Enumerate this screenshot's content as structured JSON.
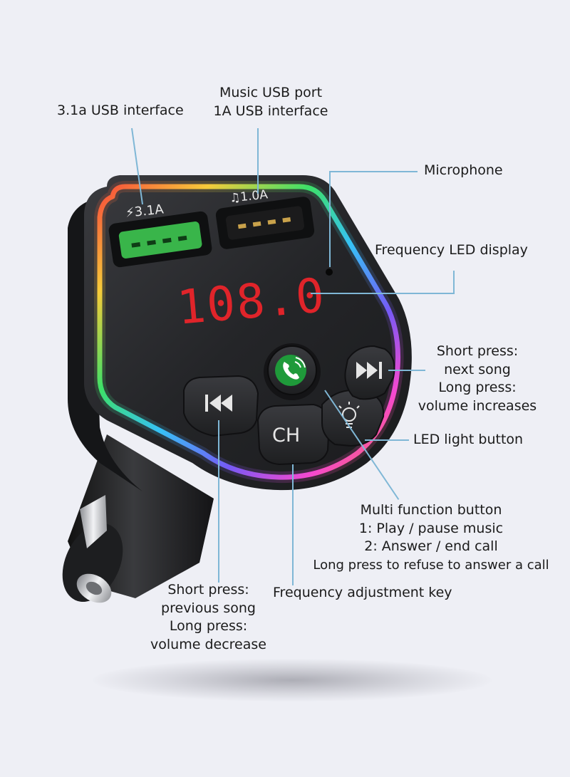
{
  "usb_left": {
    "label": "3.1a USB interface",
    "port_marking": "⚡3.1A"
  },
  "usb_right": {
    "label_line1": "Music USB port",
    "label_line2": "1A USB interface",
    "port_marking": "♫1.0A"
  },
  "microphone": {
    "label": "Microphone"
  },
  "display": {
    "label": "Frequency LED display",
    "value": "108.0",
    "color": "#e0242a"
  },
  "next_button": {
    "lines": [
      "Short press:",
      "next song",
      "Long press:",
      "volume increases"
    ],
    "icon": "next-track-icon"
  },
  "led_button": {
    "label": "LED light button",
    "icon": "light-bulb-icon"
  },
  "multi_button": {
    "lines": [
      "Multi function button",
      "1: Play / pause music",
      "2: Answer / end call",
      "Long press to refuse to answer a call"
    ],
    "icon": "phone-icon",
    "color": "#1f9a3a"
  },
  "ch_button": {
    "label": "Frequency adjustment key",
    "text": "CH"
  },
  "prev_button": {
    "lines": [
      "Short press:",
      "previous song",
      "Long press:",
      "volume decrease"
    ],
    "icon": "previous-track-icon"
  },
  "colors": {
    "leader_line": "#7fb7d6",
    "background": "#eeeff5",
    "body": "#262729",
    "usb_left_tongue": "#39b54a"
  }
}
